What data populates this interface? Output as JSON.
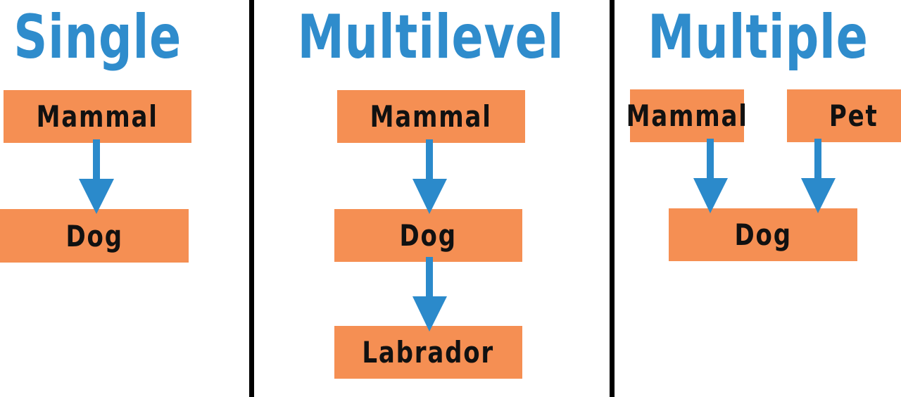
{
  "colors": {
    "title": "#2f8ccc",
    "box": "#f58f53",
    "arrow": "#2b8acb",
    "divider": "#000000",
    "text": "#111111"
  },
  "panels": [
    {
      "title": "Single",
      "boxes": [
        "Mammal",
        "Dog"
      ]
    },
    {
      "title": "Multilevel",
      "boxes": [
        "Mammal",
        "Dog",
        "Labrador"
      ]
    },
    {
      "title": "Multiple",
      "boxes": [
        "Mammal",
        "Pet",
        "Dog"
      ]
    }
  ],
  "edges": [
    {
      "panel": "Single",
      "from": "Mammal",
      "to": "Dog"
    },
    {
      "panel": "Multilevel",
      "from": "Mammal",
      "to": "Dog"
    },
    {
      "panel": "Multilevel",
      "from": "Dog",
      "to": "Labrador"
    },
    {
      "panel": "Multiple",
      "from": "Mammal",
      "to": "Dog"
    },
    {
      "panel": "Multiple",
      "from": "Pet",
      "to": "Dog"
    }
  ]
}
